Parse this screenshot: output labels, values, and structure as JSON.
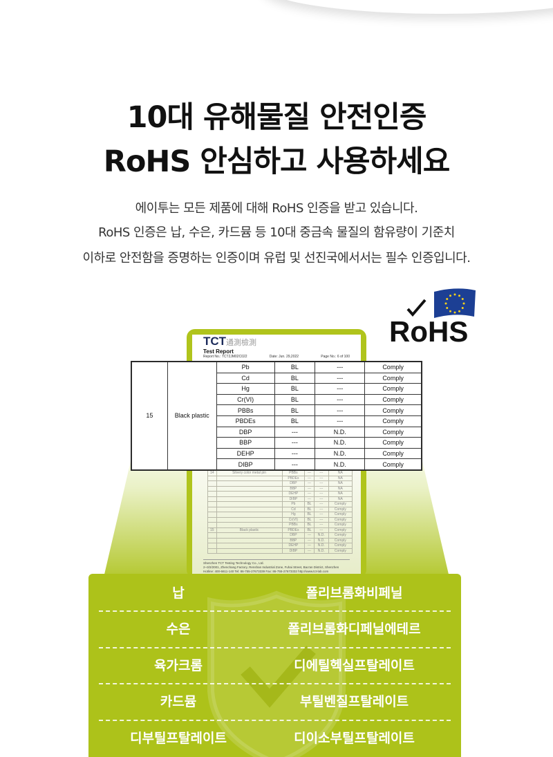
{
  "title": {
    "line1": "10대 유해물질 안전인증",
    "line2": "RoHS 안심하고 사용하세요"
  },
  "description": [
    "에이투는 모든 제품에 대해 RoHS 인증을 받고 있습니다.",
    "RoHS 인증은 납, 수은, 카드뮴 등 10대 중금속 물질의 함유량이 기준치",
    "이하로 안전함을 증명하는 인증이며 유럽 및 선진국에서서는 필수 인증입니다."
  ],
  "logo": {
    "text": "RoHS",
    "flag_color": "#1c3f94",
    "star_color": "#f5d21b"
  },
  "report": {
    "brand": "TCT",
    "brand_cn": "通測檢測",
    "title": "Test Report",
    "report_no": "Report No.: TCT2JM02C022",
    "date": "Date: Jun. 29,2022",
    "page": "Page No.: 6 of 100",
    "footer": [
      "Shenzhen TCT Testing Technology Co., Ltd.",
      "2~3/2/2001, Zhenchang Factory, Renshan Industrial Zone, Fuhai Street, Bao'an District, Shenzhen",
      "Hotline: 400-6611-140   Tel: 86-755-27673339   Fax: 86-755-27673332   http://www.tct-lab.com"
    ],
    "mini_rows": [
      [
        "14",
        "Silvery color metal pin",
        "PBBs",
        "---",
        "---",
        "NA"
      ],
      [
        "",
        "",
        "PBDEs",
        "---",
        "---",
        "NA"
      ],
      [
        "",
        "",
        "DBP",
        "---",
        "---",
        "NA"
      ],
      [
        "",
        "",
        "BBP",
        "---",
        "---",
        "NA"
      ],
      [
        "",
        "",
        "DEHP",
        "---",
        "---",
        "NA"
      ],
      [
        "",
        "",
        "DIBP",
        "---",
        "---",
        "NA"
      ]
    ]
  },
  "table": {
    "no": "15",
    "material": "Black plastic",
    "rows": [
      {
        "substance": "Pb",
        "a": "BL",
        "b": "---",
        "result": "Comply"
      },
      {
        "substance": "Cd",
        "a": "BL",
        "b": "---",
        "result": "Comply"
      },
      {
        "substance": "Hg",
        "a": "BL",
        "b": "---",
        "result": "Comply"
      },
      {
        "substance": "Cr(VI)",
        "a": "BL",
        "b": "---",
        "result": "Comply"
      },
      {
        "substance": "PBBs",
        "a": "BL",
        "b": "---",
        "result": "Comply"
      },
      {
        "substance": "PBDEs",
        "a": "BL",
        "b": "---",
        "result": "Comply"
      },
      {
        "substance": "DBP",
        "a": "---",
        "b": "N.D.",
        "result": "Comply"
      },
      {
        "substance": "BBP",
        "a": "---",
        "b": "N.D.",
        "result": "Comply"
      },
      {
        "substance": "DEHP",
        "a": "---",
        "b": "N.D.",
        "result": "Comply"
      },
      {
        "substance": "DIBP",
        "a": "---",
        "b": "N.D.",
        "result": "Comply"
      }
    ]
  },
  "substances": [
    [
      "납",
      "폴리브롬화비페닐"
    ],
    [
      "수은",
      "폴리브롬화디페닐에테르"
    ],
    [
      "육가크롬",
      "디에틸헥실프탈레이트"
    ],
    [
      "카드뮴",
      "부틸벤질프탈레이트"
    ],
    [
      "디부틸프탈레이트",
      "디이소부틸프탈레이트"
    ]
  ],
  "colors": {
    "accent": "#adc21a"
  }
}
